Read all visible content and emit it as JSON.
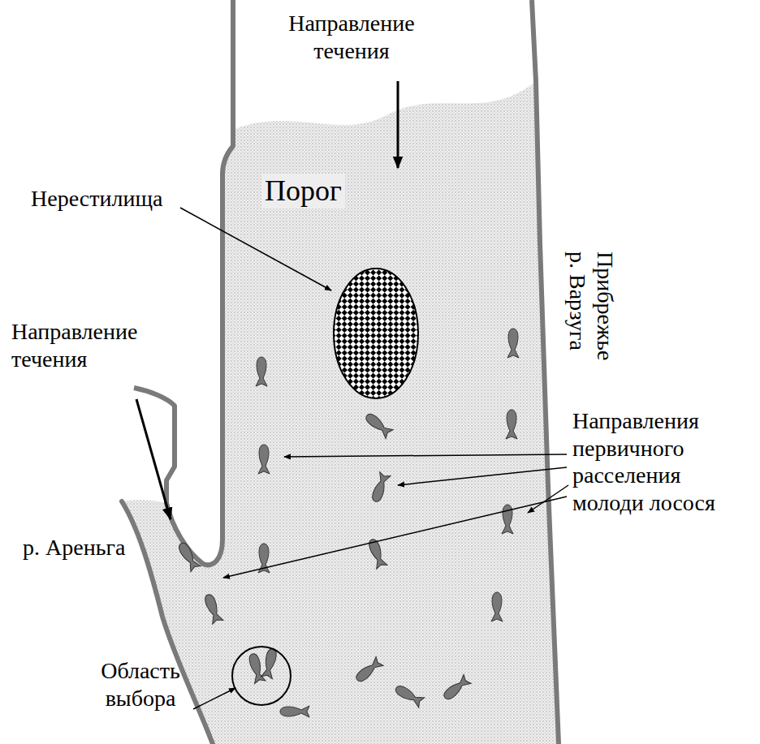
{
  "diagram": {
    "labels": [
      "Направление течения",
      "Порог",
      "Нерестилища",
      "Прибрежье р. Варзуга",
      "Направление течения",
      "Направления первичного расселения молоди лосося",
      "р. Ареньга",
      "Область выбора"
    ]
  }
}
